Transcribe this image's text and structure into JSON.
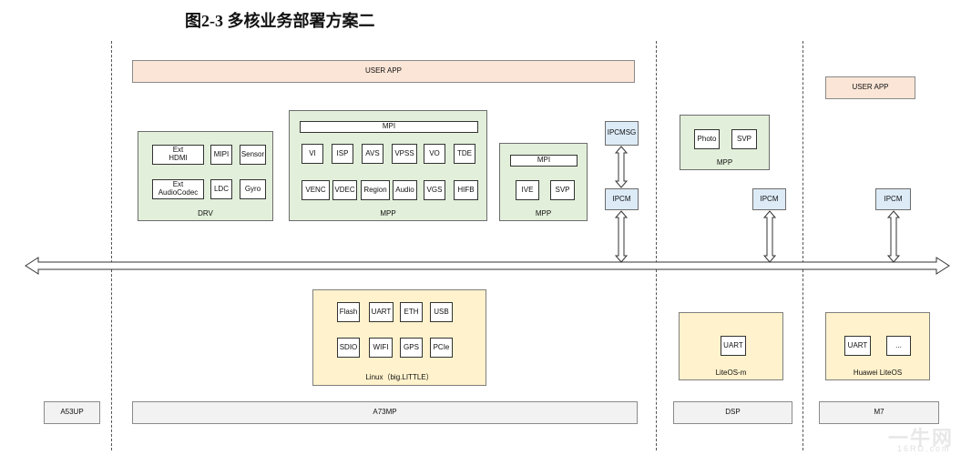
{
  "title": "图2-3 多核业务部署方案二",
  "top": {
    "user_app_main": "USER APP",
    "user_app_m7": "USER APP"
  },
  "drv": {
    "label": "DRV",
    "items": [
      "Ext\nHDMI",
      "MIPI",
      "Sensor",
      "Ext\nAudioCodec",
      "LDC",
      "Gyro"
    ]
  },
  "mpp_main": {
    "label": "MPP",
    "mpi": "MPI",
    "row1": [
      "VI",
      "ISP",
      "AVS",
      "VPSS",
      "VO",
      "TDE"
    ],
    "row2": [
      "VENC",
      "VDEC",
      "Region",
      "Audio",
      "VGS",
      "HIFB"
    ]
  },
  "mpp_small": {
    "label": "MPP",
    "mpi": "MPI",
    "items": [
      "IVE",
      "SVP"
    ]
  },
  "ipc": {
    "ipcmsg": "IPCMSG",
    "ipcm_a73": "IPCM",
    "ipcm_dsp": "IPCM",
    "ipcm_m7": "IPCM"
  },
  "mpp_dsp": {
    "label": "MPP",
    "items": [
      "Photo",
      "SVP"
    ]
  },
  "linux": {
    "label": "Linux（big.LITTLE）",
    "row1": [
      "Flash",
      "UART",
      "ETH",
      "USB"
    ],
    "row2": [
      "SDIO",
      "WIFI",
      "GPS",
      "PCIe"
    ]
  },
  "liteos_m": {
    "label": "LiteOS-m",
    "items": [
      "UART"
    ]
  },
  "huawei_liteos": {
    "label": "Huawei LiteOS",
    "items": [
      "UART",
      "..."
    ]
  },
  "cores": [
    "A53UP",
    "A73MP",
    "DSP",
    "M7"
  ],
  "watermark": "一牛网",
  "watermark_sub": "16RD.com"
}
